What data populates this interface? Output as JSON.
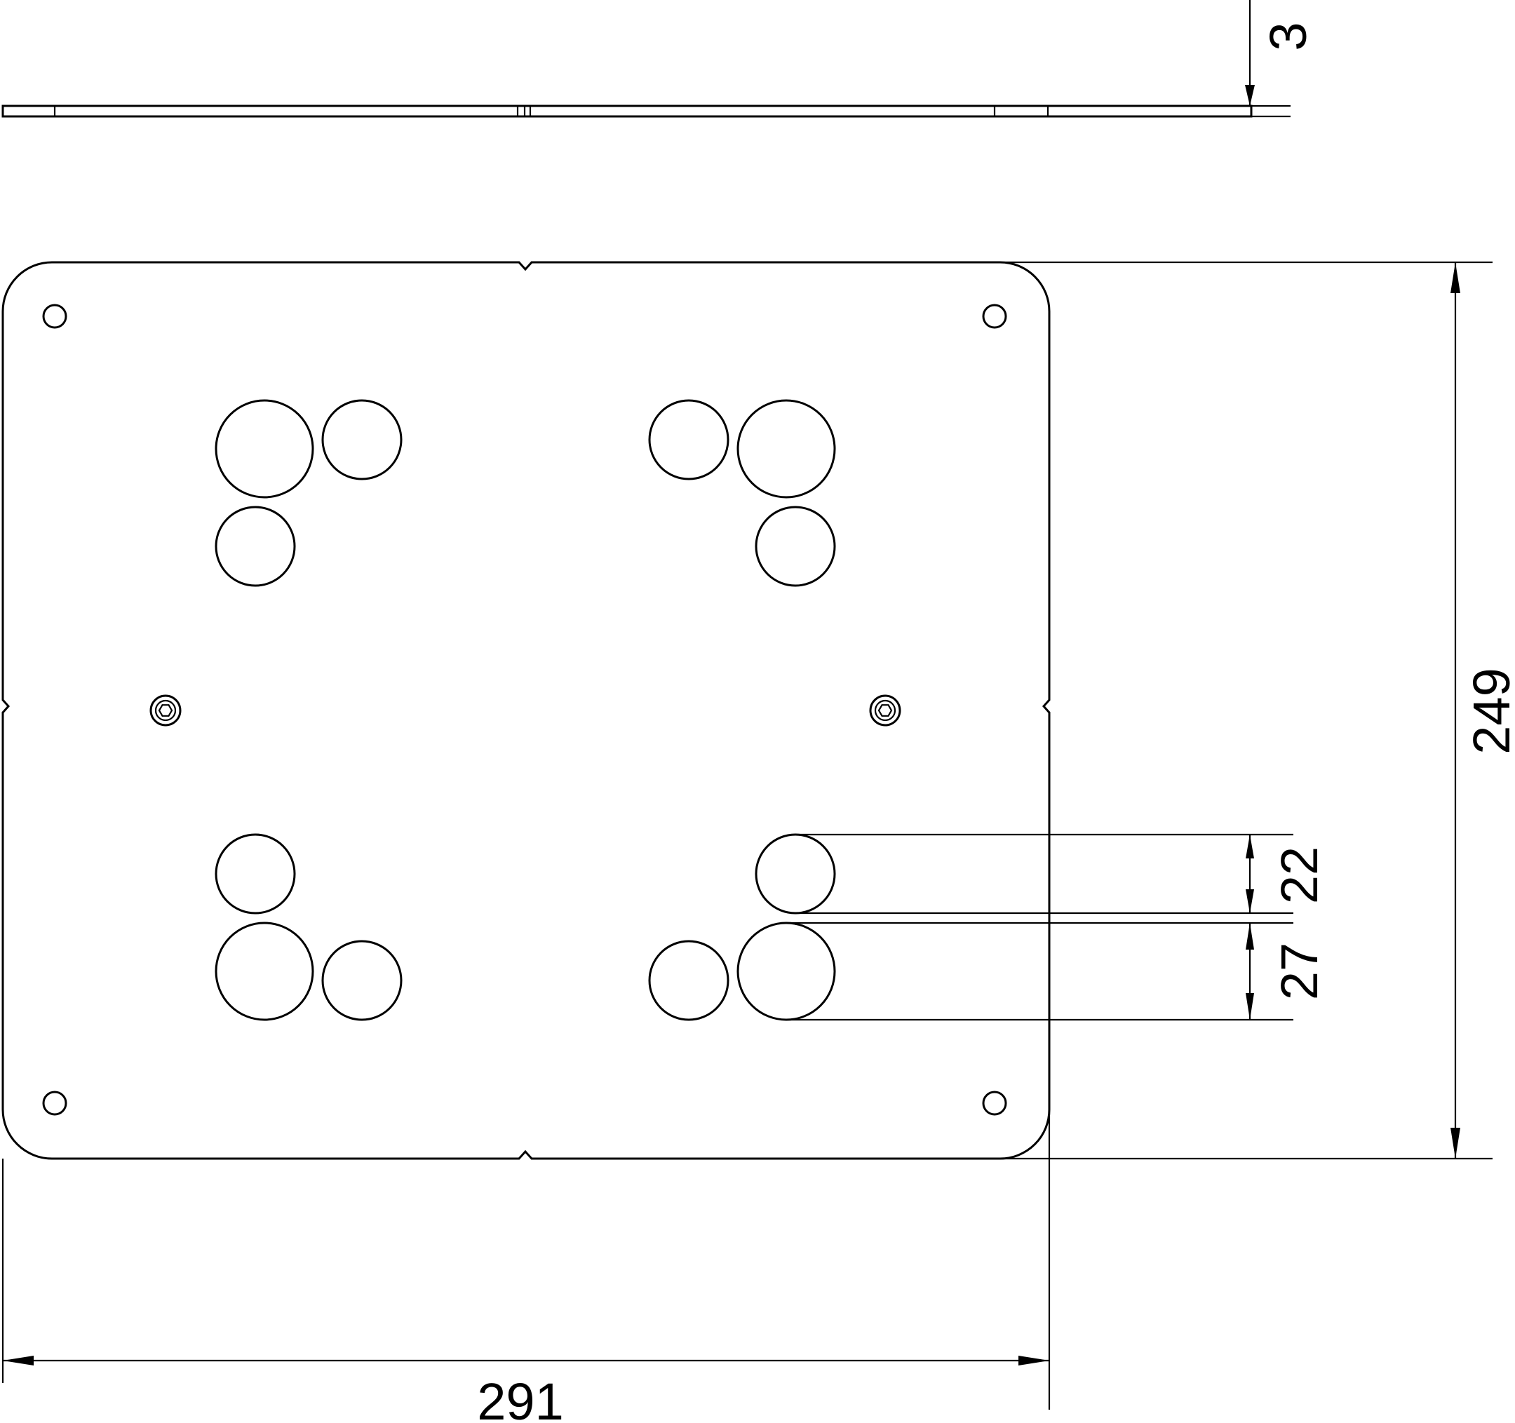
{
  "drawing": {
    "type": "technical-drawing",
    "subject": "mounting plate",
    "dimensions": {
      "thickness": "3",
      "height": "249",
      "width": "291",
      "hole_small_diameter": "22",
      "hole_large_diameter": "27"
    },
    "line_color": "#000000",
    "background_color": "#ffffff"
  }
}
